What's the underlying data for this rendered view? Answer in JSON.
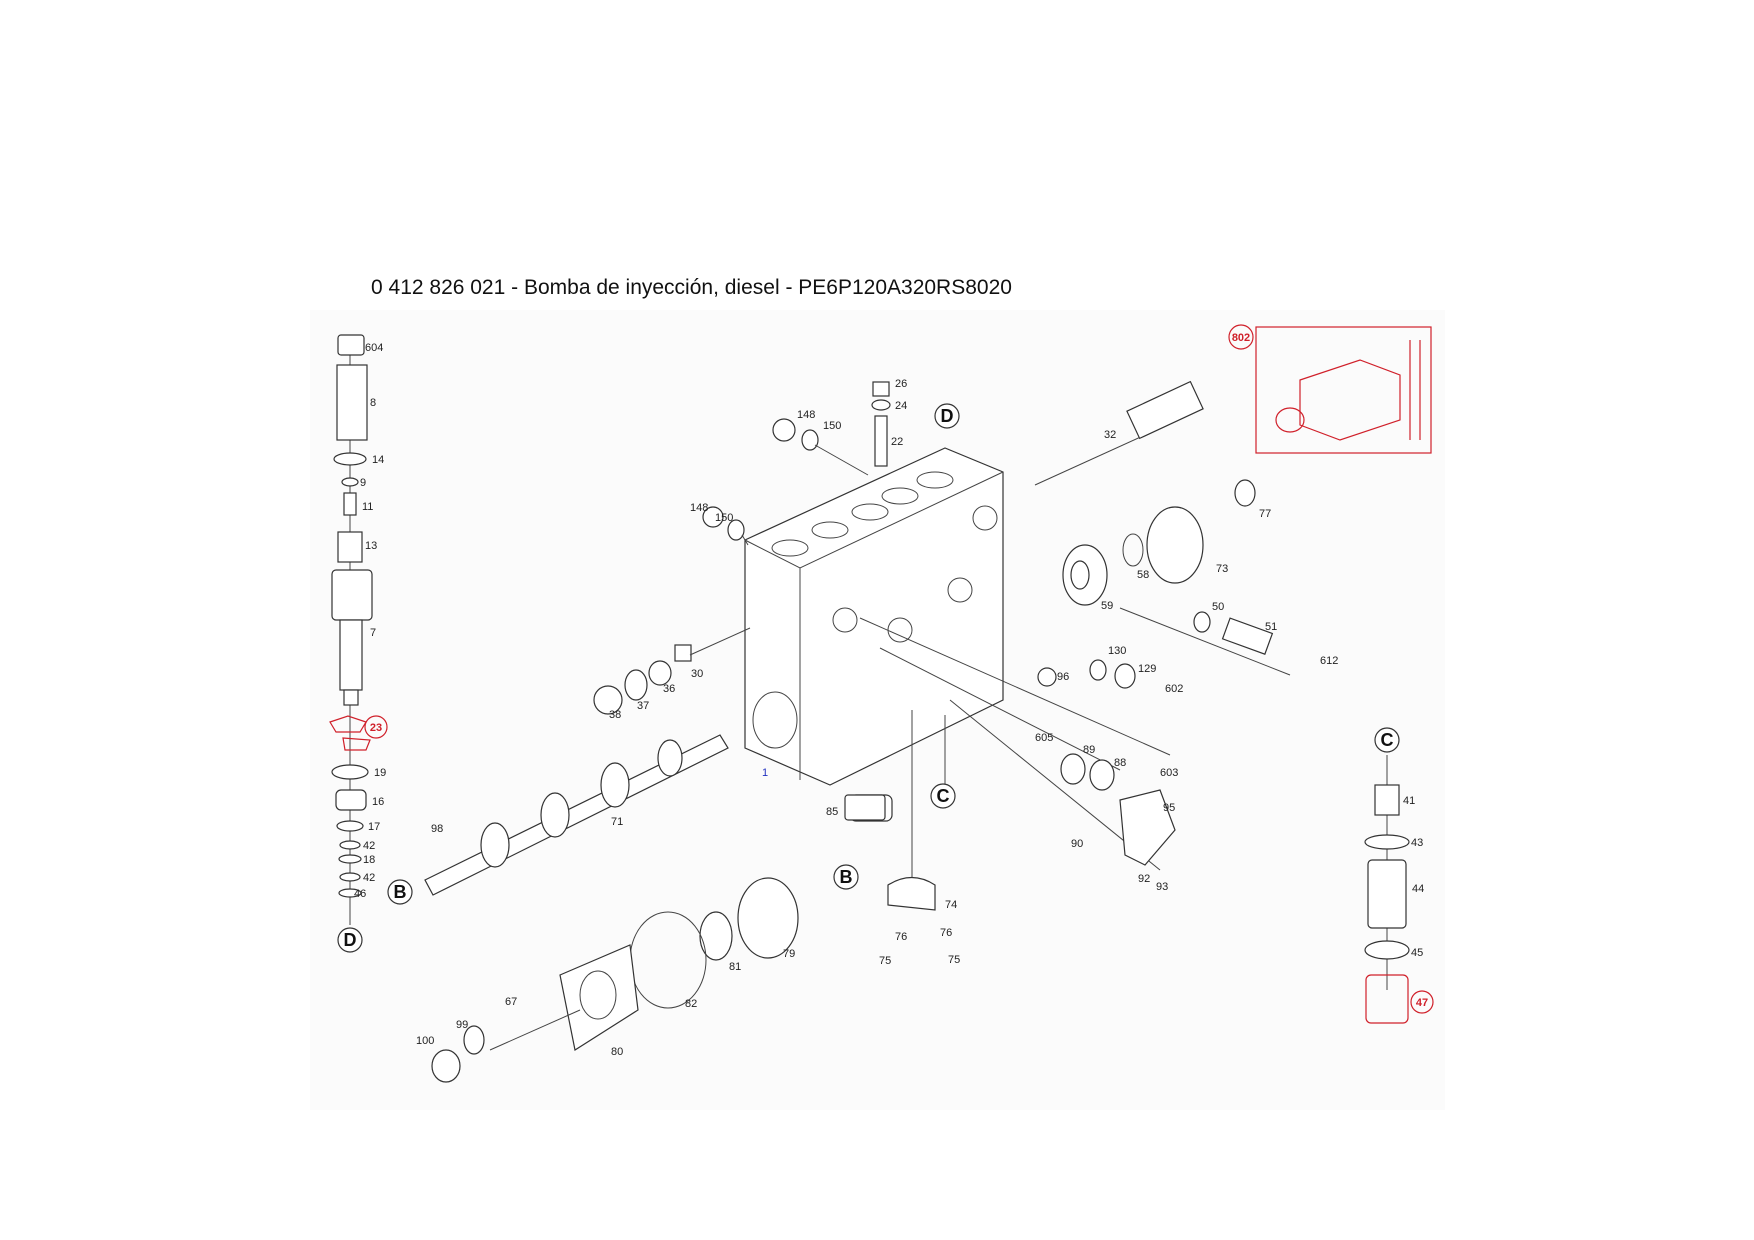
{
  "title": "0 412 826 021 - Bomba de inyección, diesel - PE6P120A320RS8020",
  "labels": {
    "l604": "604",
    "l8": "8",
    "l14": "14",
    "l9": "9",
    "l11": "11",
    "l13": "13",
    "l7": "7",
    "l19": "19",
    "l16": "16",
    "l17": "17",
    "l42a": "42",
    "l18": "18",
    "l42b": "42",
    "l46": "46",
    "l98": "98",
    "l71": "71",
    "l148a": "148",
    "l150a": "150",
    "l26": "26",
    "l24": "24",
    "l22": "22",
    "l32": "32",
    "l148b": "148",
    "l150b": "150",
    "l77": "77",
    "l58": "58",
    "l73": "73",
    "l59": "59",
    "l50": "50",
    "l51": "51",
    "l612": "612",
    "l30": "30",
    "l36": "36",
    "l37": "37",
    "l38": "38",
    "l130": "130",
    "l129": "129",
    "l96": "96",
    "l602": "602",
    "l605": "605",
    "l89": "89",
    "l88": "88",
    "l603": "603",
    "l1": "1",
    "l85": "85",
    "l95": "95",
    "l90": "90",
    "l92": "92",
    "l93": "93",
    "l41": "41",
    "l43": "43",
    "l44": "44",
    "l45": "45",
    "l74": "74",
    "l76a": "76",
    "l76b": "76",
    "l75a": "75",
    "l75b": "75",
    "l79": "79",
    "l81": "81",
    "l82": "82",
    "l67": "67",
    "l80": "80",
    "l99": "99",
    "l100": "100"
  },
  "red_callouts": {
    "c23": "23",
    "c47": "47",
    "c802": "802"
  },
  "reference_letters": {
    "dTop": "D",
    "dLeft": "D",
    "bLeft": "B",
    "bMid": "B",
    "cMid": "C",
    "cRight": "C"
  },
  "colors": {
    "callout": "#d0202a",
    "line": "#333333",
    "part_number": "#2030c0"
  }
}
